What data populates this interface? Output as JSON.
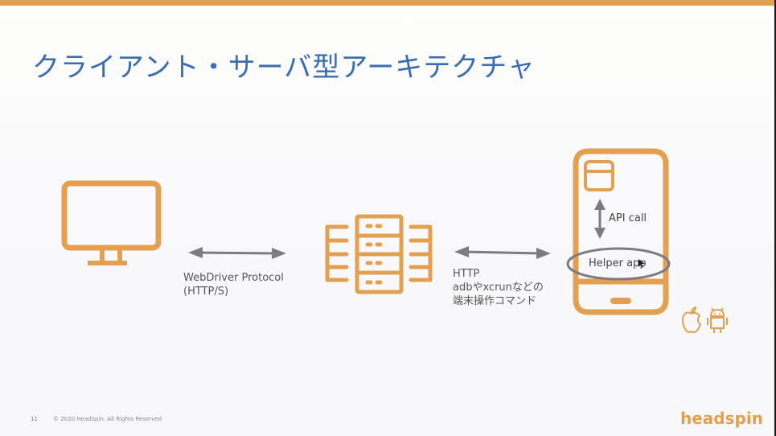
{
  "slide": {
    "title": "クライアント・サーバ型アーキテクチャ",
    "page_number": "11",
    "copyright": "© 2020 HeadSpin. All Rights Reserved",
    "logo_text": "headspin"
  },
  "colors": {
    "accent": "#e3a050",
    "title": "#3a6cb0",
    "arrow": "#7d7c83",
    "text": "#555555"
  },
  "diagram": {
    "client": {
      "icon": "monitor-icon"
    },
    "server": {
      "icon": "server-rack-icon"
    },
    "device": {
      "icon": "smartphone-icon"
    },
    "link1": {
      "line1": "WebDriver Protocol",
      "line2": "(HTTP/S)"
    },
    "link2": {
      "line1": "HTTP",
      "line2": "adbやxcrunなどの",
      "line3": "端末操作コマンド"
    },
    "phone": {
      "api_label": "API call",
      "helper_label": "Helper app"
    },
    "platforms": [
      "apple-icon",
      "android-icon"
    ]
  }
}
